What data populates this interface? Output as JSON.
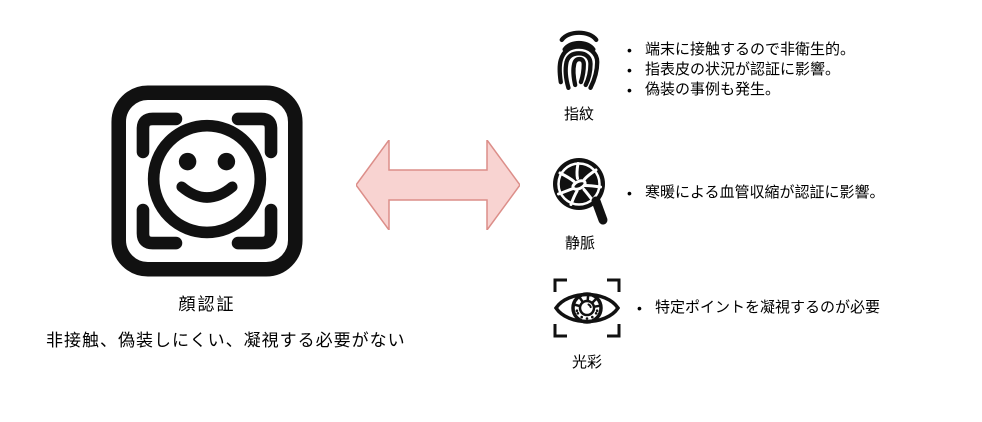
{
  "left": {
    "icon": "face-scan-icon",
    "label": "顔認証",
    "description": "非接触、偽装しにくい、凝視する必要がない"
  },
  "arrow": {
    "icon": "double-arrow",
    "fill": "#F8D3D1",
    "stroke": "#DC8E89"
  },
  "right": {
    "sections": [
      {
        "id": "fingerprint",
        "icon": "fingerprint-icon",
        "label": "指紋",
        "bullets": [
          "端末に接触するので非衛生的。",
          "指表皮の状況が認証に影響。",
          "偽装の事例も発生。"
        ]
      },
      {
        "id": "vein",
        "icon": "vein-magnifier-icon",
        "label": "静脈",
        "bullets": [
          "寒暖による血管収縮が認証に影響。"
        ]
      },
      {
        "id": "iris",
        "icon": "iris-scan-icon",
        "label": "光彩",
        "bullets": [
          "特定ポイントを凝視するのが必要"
        ]
      }
    ]
  },
  "colors": {
    "background": "#FFFFFF",
    "text": "#000000",
    "icon": "#111111"
  }
}
